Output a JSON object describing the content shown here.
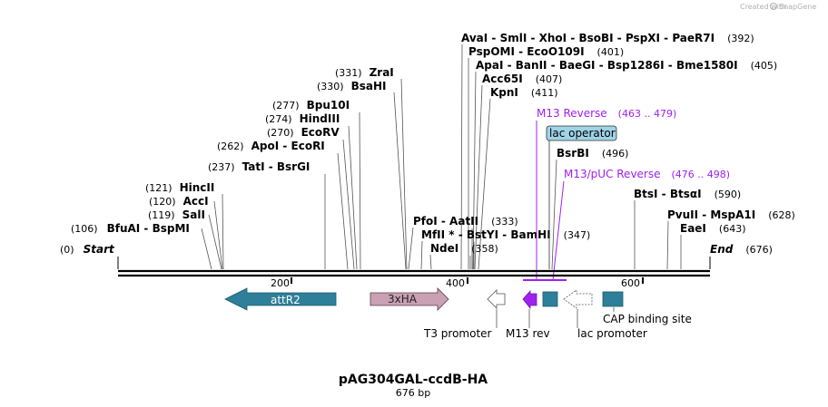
{
  "credit": {
    "text": "Created with",
    "brand": "SnapGene"
  },
  "title": "pAG304GAL-ccdB-HA",
  "subtitle": "676 bp",
  "sequence": {
    "length": 676,
    "start_label": "Start",
    "end_label": "End",
    "start_pos": "(0)",
    "end_pos": "(676)"
  },
  "ruler": {
    "ticks": [
      {
        "v": 200,
        "label": "200"
      },
      {
        "v": 400,
        "label": "400"
      },
      {
        "v": 600,
        "label": "600"
      }
    ]
  },
  "sites": [
    {
      "label": "(106)",
      "names": "BfuAI  -  BspMI",
      "bp": 106
    },
    {
      "label": "(119)",
      "names": "SalI",
      "bp": 119
    },
    {
      "label": "(120)",
      "names": "AccI",
      "bp": 120
    },
    {
      "label": "(121)",
      "names": "HincII",
      "bp": 121
    },
    {
      "label": "(237)",
      "names": "TatI  -  BsrGI",
      "bp": 237
    },
    {
      "label": "(262)",
      "names": "ApoI  -  EcoRI",
      "bp": 262
    },
    {
      "label": "(270)",
      "names": "EcoRV",
      "bp": 270
    },
    {
      "label": "(274)",
      "names": "HindIII",
      "bp": 274
    },
    {
      "label": "(277)",
      "names": "Bpu10I",
      "bp": 277
    },
    {
      "label": "(330)",
      "names": "BsaHI",
      "bp": 330
    },
    {
      "label": "(331)",
      "names": "ZraI",
      "bp": 331
    },
    {
      "label": "(333)",
      "names": "PfoI  -  AatII",
      "bp": 333
    },
    {
      "label": "(347)",
      "names": "MfII *  -  BstYI  -  BamHI",
      "bp": 347
    },
    {
      "label": "(358)",
      "names": "NdeI",
      "bp": 358
    },
    {
      "label": "(392)",
      "names": "AvaI  -  SmlI  -  XhoI  -  BsoBI  -  PspXI  -  PaeR7I",
      "bp": 392
    },
    {
      "label": "(401)",
      "names": "PspOMI  -  EcoO109I",
      "bp": 401
    },
    {
      "label": "(405)",
      "names": "ApaI  -  BanII  -  BaeGI  -  Bsp1286I  -  Bme1580I",
      "bp": 405
    },
    {
      "label": "(407)",
      "names": "Acc65I",
      "bp": 407
    },
    {
      "label": "(411)",
      "names": "KpnI",
      "bp": 411
    },
    {
      "label": "(496)",
      "names": "BsrBI",
      "bp": 496
    },
    {
      "label": "(590)",
      "names": "BtsI  -  BtsαI",
      "bp": 590
    },
    {
      "label": "(628)",
      "names": "PvuII  -  MspA1I",
      "bp": 628
    },
    {
      "label": "(643)",
      "names": "EaeI",
      "bp": 643
    }
  ],
  "primers": [
    {
      "name": "M13 Reverse",
      "range": "(463 .. 479)"
    },
    {
      "name": "M13/pUC Reverse",
      "range": "(476 .. 498)"
    }
  ],
  "lac_operator": {
    "label": "lac operator",
    "color": "#9fd3e6"
  },
  "features": [
    {
      "name": "attR2",
      "color": "#2e7f99",
      "direction": "reverse"
    },
    {
      "name": "3xHA",
      "color": "#c9a0b4",
      "direction": "forward"
    },
    {
      "name": "T3 promoter",
      "color": "#ffffff",
      "direction": "reverse"
    },
    {
      "name": "M13 rev",
      "color": "#a020f0",
      "direction": "reverse"
    },
    {
      "name": "lac promoter",
      "color": "#ffffff",
      "direction": "reverse"
    },
    {
      "name": "CAP binding site",
      "color": "#2e7f99",
      "direction": "none"
    }
  ],
  "colors": {
    "primer": "#a020f0",
    "backbone": "#000000",
    "feature_blue": "#2e7f99"
  }
}
